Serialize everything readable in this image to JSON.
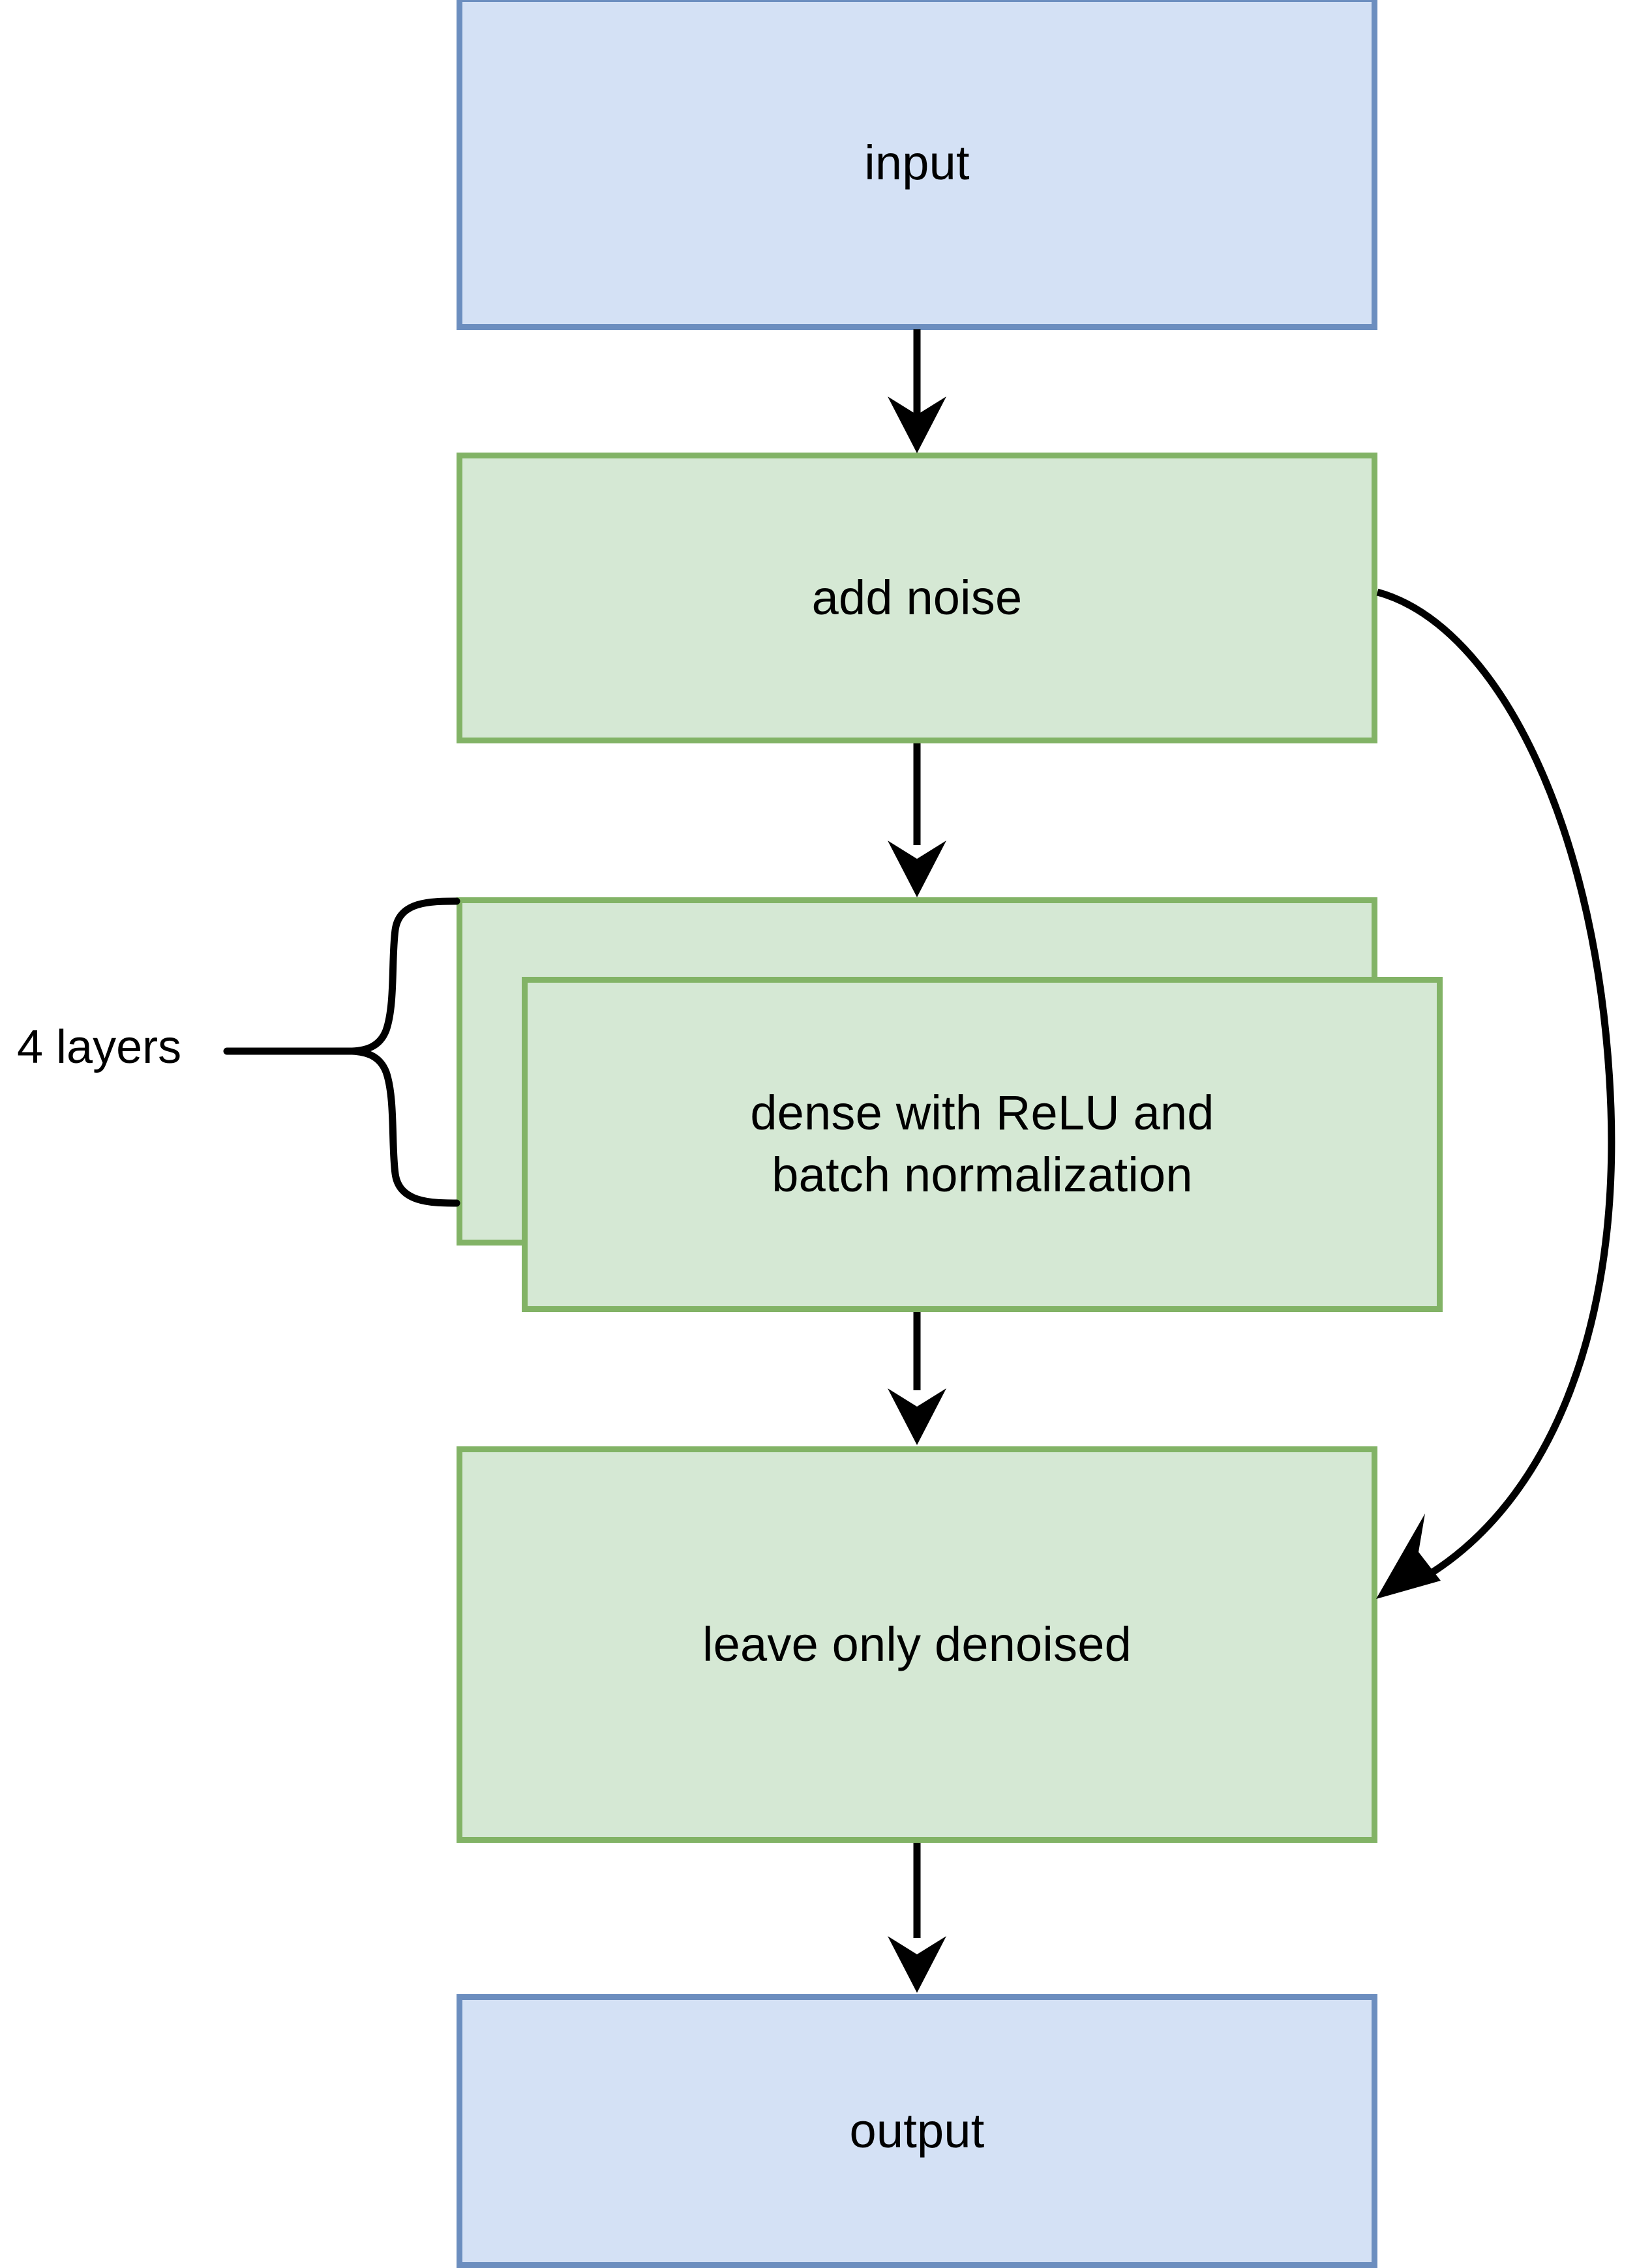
{
  "diagram": {
    "type": "flowchart",
    "orientation": "top-to-bottom",
    "title_visible": false,
    "colors": {
      "io_fill": "#d4e1f5",
      "io_stroke": "#6c8ebf",
      "process_fill": "#d5e8d4",
      "process_stroke": "#82b366",
      "edge": "#000000",
      "text": "#000000",
      "background": "#ffffff"
    },
    "nodes": [
      {
        "id": "input",
        "label": "input",
        "kind": "io",
        "style": "blue"
      },
      {
        "id": "add-noise",
        "label": "add noise",
        "kind": "process",
        "style": "green"
      },
      {
        "id": "dense-back",
        "label": "",
        "kind": "process-stack-back",
        "style": "green"
      },
      {
        "id": "dense-front",
        "label": "dense with ReLU and\nbatch normalization",
        "kind": "process",
        "style": "green"
      },
      {
        "id": "leave-denoised",
        "label": "leave only denoised",
        "kind": "process",
        "style": "green"
      },
      {
        "id": "output",
        "label": "output",
        "kind": "io",
        "style": "blue"
      }
    ],
    "annotations": [
      {
        "id": "layers-annotation",
        "label": "4 layers",
        "target": "dense-stack",
        "decoration": "curly-brace-left"
      }
    ],
    "edges": [
      {
        "from": "input",
        "to": "add-noise",
        "style": "straight-arrow"
      },
      {
        "from": "add-noise",
        "to": "dense-stack",
        "style": "straight-arrow"
      },
      {
        "from": "dense-stack",
        "to": "leave-denoised",
        "style": "straight-arrow"
      },
      {
        "from": "leave-denoised",
        "to": "output",
        "style": "straight-arrow"
      },
      {
        "from": "add-noise",
        "to": "leave-denoised",
        "style": "curved-skip-arrow-right"
      }
    ]
  }
}
